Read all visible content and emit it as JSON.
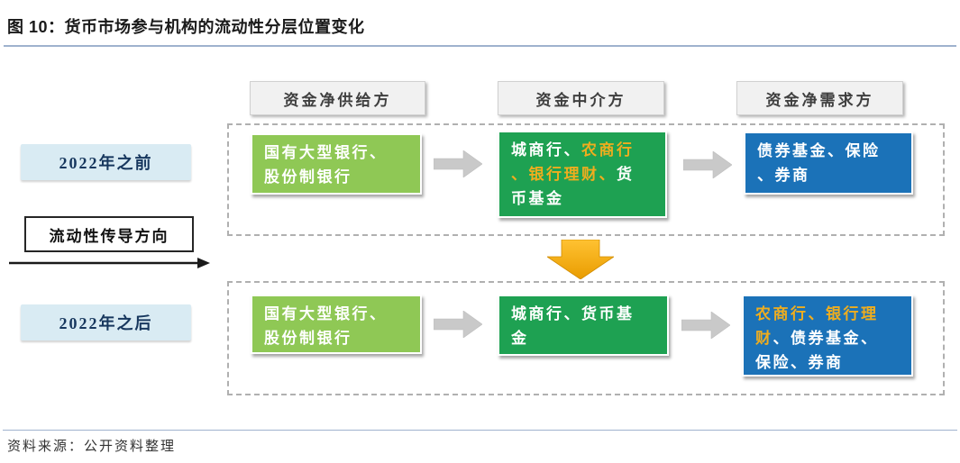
{
  "title": "图 10：货币市场参与机构的流动性分层位置变化",
  "headers": [
    "资金净供给方",
    "资金中介方",
    "资金净需求方"
  ],
  "labels": {
    "period_before": "2022年之前",
    "direction": "流动性传导方向",
    "period_after": "2022年之后"
  },
  "rows": [
    {
      "supplier": "国有大型银行、股份制银行",
      "intermediary": [
        {
          "text": "城商行、",
          "color": "white"
        },
        {
          "text": "农商行、银行理财、",
          "color": "gold"
        },
        {
          "text": "货币基金",
          "color": "white"
        }
      ],
      "demander": [
        {
          "text": "债券基金、保险、券商",
          "color": "white"
        }
      ]
    },
    {
      "supplier": "国有大型银行、股份制银行",
      "intermediary": [
        {
          "text": "城商行、货币基金",
          "color": "white"
        }
      ],
      "demander": [
        {
          "text": "农商行、银行理财",
          "color": "gold"
        },
        {
          "text": "、债券基金、保险、券商",
          "color": "white"
        }
      ]
    }
  ],
  "source": "资料来源：公开资料整理",
  "colors": {
    "light_green": "#8FC855",
    "dark_green": "#1EA152",
    "blue": "#1B72B8",
    "gold_text": "#EFAD1E",
    "label_bg": "#D9EBF3",
    "label_text": "#17375E",
    "accent_line": "#9FB2CE",
    "orange_arrow": "#F2A71B",
    "gray_arrow": "#C9C9C9"
  }
}
